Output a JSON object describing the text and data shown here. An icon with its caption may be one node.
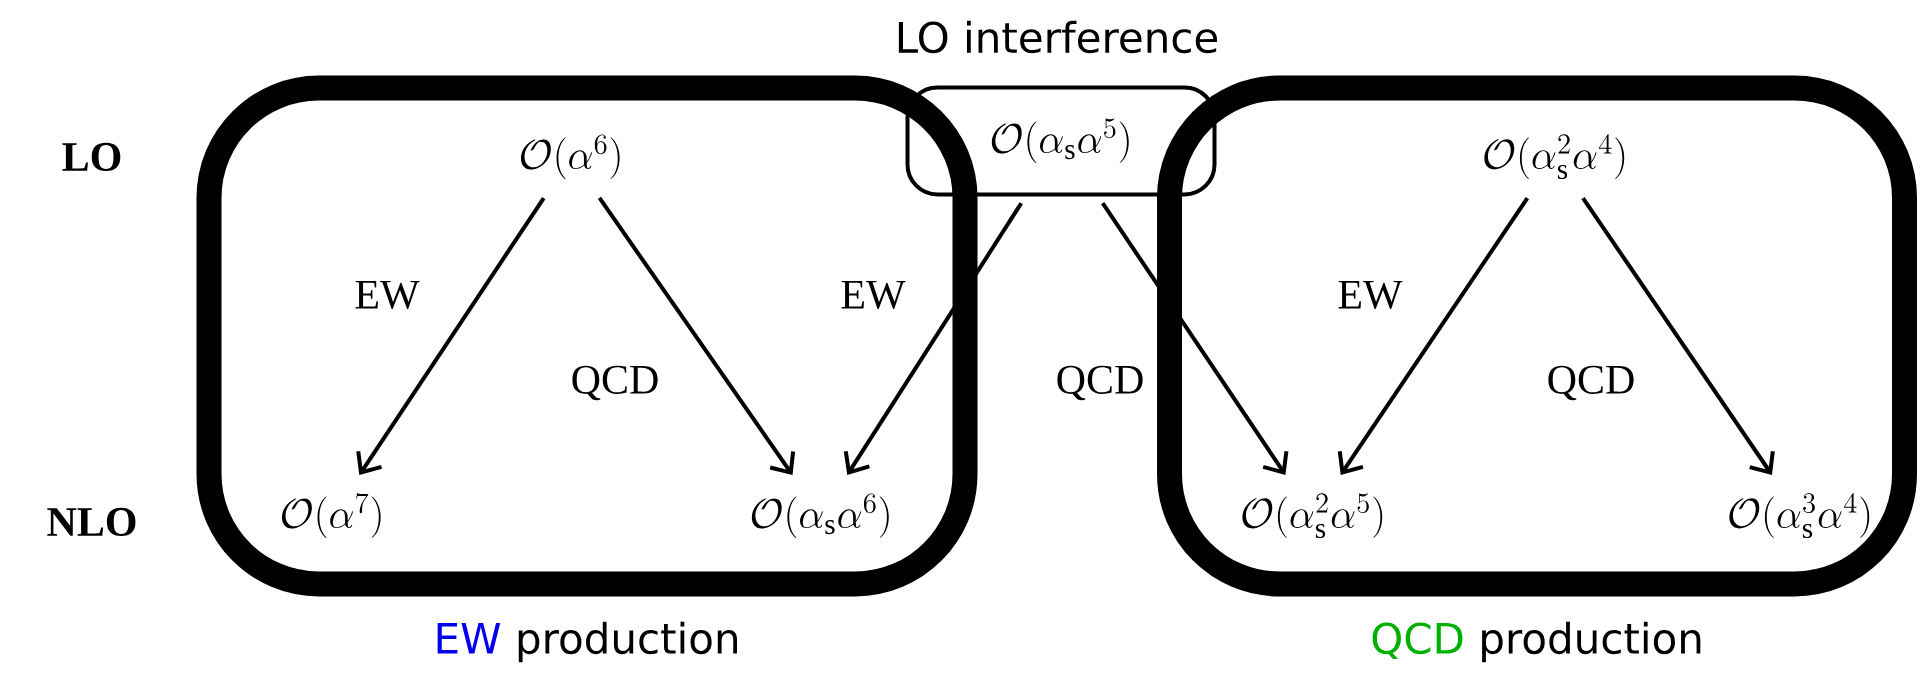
{
  "diagram": {
    "nodes": [
      {
        "text": [
          "EW",
          "production"
        ]
      },
      {
        "text": [
          "QCD",
          "production"
        ]
      },
      {
        "text": [
          "LO interference",
          "\\mathcal{O}\\big(\\alpha_{\\mathrm{s}}\\alpha^{5}\\big)"
        ]
      },
      {
        "text": [
          "\\mathcal{O}\\big(\\alpha^{6}\\big)"
        ],
        "in": 0
      },
      {
        "text": [
          "\\mathcal{O}\\big(\\alpha^{7}\\big)"
        ],
        "in": 0
      },
      {
        "text": [
          "\\mathcal{O}\\big(\\alpha_{\\mathrm{s}}\\alpha^{6}\\big)"
        ],
        "in": 0
      },
      {
        "text": [
          "\\mathcal{O}\\big(\\alpha_{\\mathrm{s}}^{2}\\alpha^{4}\\big)"
        ],
        "in": 1
      },
      {
        "text": [
          "\\mathcal{O}\\big(\\alpha_{\\mathrm{s}}^{2}\\alpha^{5}\\big)"
        ],
        "in": 1
      },
      {
        "text": [
          "\\mathcal{O}\\big(\\alpha_{\\mathrm{s}}^{3}\\alpha^{4}\\big)"
        ],
        "in": 1
      }
    ],
    "edges": [
      {
        "from": 3,
        "to": 4,
        "arrow": "to",
        "label": "EW"
      },
      {
        "from": 3,
        "to": 5,
        "arrow": "to",
        "label": "QCD"
      },
      {
        "from": 2,
        "to": 5,
        "arrow": "to",
        "label": "EW"
      },
      {
        "from": 2,
        "to": 7,
        "arrow": "to",
        "label": "QCD"
      },
      {
        "from": 6,
        "to": 7,
        "arrow": "to",
        "label": "EW"
      },
      {
        "from": 6,
        "to": 8,
        "arrow": "to",
        "label": "QCD"
      }
    ],
    "labels": [
      "LO",
      "NLO"
    ]
  }
}
